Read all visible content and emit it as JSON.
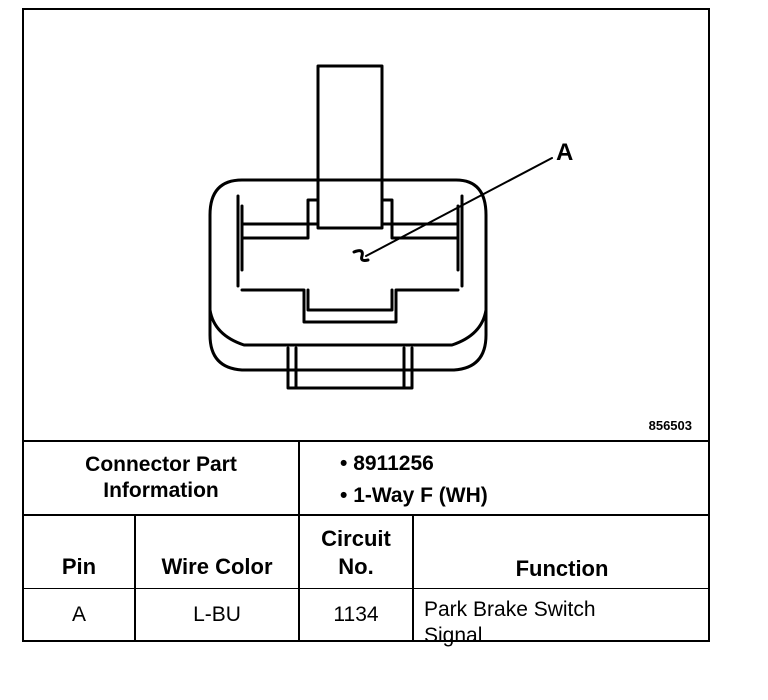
{
  "diagram": {
    "callout_label": "A",
    "figure_id": "856503"
  },
  "connector_info": {
    "label_line1": "Connector Part",
    "label_line2": "Information",
    "bullet_glyph": "•",
    "values": [
      "8911256",
      "1-Way F (WH)"
    ]
  },
  "table": {
    "headers": {
      "pin": "Pin",
      "wire_color": "Wire Color",
      "circuit_line1": "Circuit",
      "circuit_line2": "No.",
      "function": "Function"
    },
    "rows": [
      {
        "pin": "A",
        "wire_color": "L-BU",
        "circuit": "1134",
        "function_line1": "Park Brake Switch",
        "function_line2": "Signal"
      }
    ]
  }
}
